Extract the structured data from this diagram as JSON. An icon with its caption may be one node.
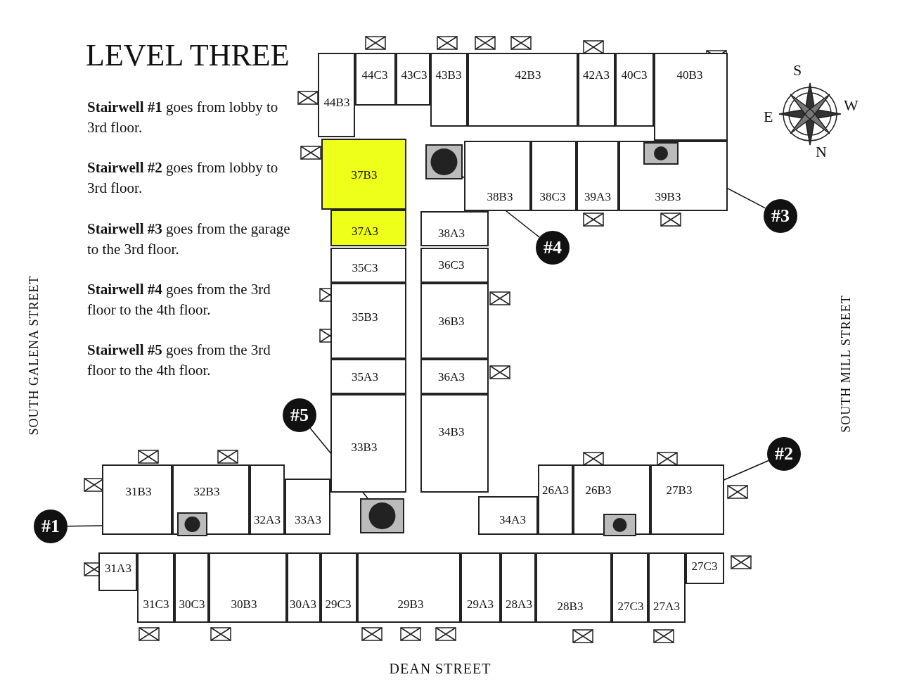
{
  "diagram": {
    "title": "LEVEL THREE",
    "nodes": [
      {
        "text": [
          "44C3"
        ]
      },
      {
        "text": [
          "43C3"
        ]
      },
      {
        "text": [
          "43B3"
        ]
      },
      {
        "text": [
          "42B3"
        ]
      },
      {
        "text": [
          "42A3"
        ]
      },
      {
        "text": [
          "40C3"
        ]
      },
      {
        "text": [
          "40B3"
        ]
      },
      {
        "text": [
          "44B3"
        ]
      },
      {
        "text": [
          "37B3"
        ]
      },
      {
        "text": [
          "38B3"
        ]
      },
      {
        "text": [
          "38C3"
        ]
      },
      {
        "text": [
          "39A3"
        ]
      },
      {
        "text": [
          "39B3"
        ]
      },
      {
        "text": [
          "37A3"
        ]
      },
      {
        "text": [
          "38A3"
        ]
      },
      {
        "text": [
          "35C3"
        ]
      },
      {
        "text": [
          "36C3"
        ]
      },
      {
        "text": [
          "35B3"
        ]
      },
      {
        "text": [
          "36B3"
        ]
      },
      {
        "text": [
          "35A3"
        ]
      },
      {
        "text": [
          "36A3"
        ]
      },
      {
        "text": [
          "34B3"
        ]
      },
      {
        "text": [
          "33B3"
        ]
      },
      {
        "text": [
          "31B3"
        ]
      },
      {
        "text": [
          "32B3"
        ]
      },
      {
        "text": [
          "26A3"
        ]
      },
      {
        "text": [
          "26B3"
        ]
      },
      {
        "text": [
          "27B3"
        ]
      },
      {
        "text": [
          "32A3"
        ]
      },
      {
        "text": [
          "33A3"
        ]
      },
      {
        "text": [
          "34A3"
        ]
      },
      {
        "text": [
          "31A3"
        ]
      },
      {
        "text": [
          "27C3"
        ]
      },
      {
        "text": [
          "31C3"
        ]
      },
      {
        "text": [
          "30C3"
        ]
      },
      {
        "text": [
          "30B3"
        ]
      },
      {
        "text": [
          "30A3"
        ]
      },
      {
        "text": [
          "29C3"
        ]
      },
      {
        "text": [
          "29B3"
        ]
      },
      {
        "text": [
          "29A3"
        ]
      },
      {
        "text": [
          "28A3"
        ]
      },
      {
        "text": [
          "28B3"
        ]
      },
      {
        "text": [
          "27C3"
        ]
      },
      {
        "text": [
          "27A3"
        ]
      },
      {
        "text": [],
        "shape": "box",
        "in": 24
      },
      {
        "text": [],
        "shape": "box",
        "in": 26
      },
      {
        "text": [],
        "shape": "box",
        "in": 12
      },
      {
        "text": [],
        "shape": "box"
      },
      {
        "text": [],
        "shape": "box"
      },
      {
        "text": [
          "#1"
        ]
      },
      {
        "text": [
          "#2"
        ]
      },
      {
        "text": [
          "#3"
        ]
      },
      {
        "text": [
          "#4"
        ]
      },
      {
        "text": [
          "#5"
        ]
      }
    ],
    "edges": [
      {
        "from": 49,
        "to": 44,
        "arrow": "none"
      },
      {
        "from": 50,
        "to": 45,
        "arrow": "none"
      },
      {
        "from": 51,
        "to": 46,
        "arrow": "none"
      },
      {
        "from": 52,
        "to": 47,
        "arrow": "none"
      },
      {
        "from": 53,
        "to": 48,
        "arrow": "none"
      }
    ],
    "labels": [
      "**Stairwell #1** goes from lobby to 3rd floor.",
      "**Stairwell #2** goes from lobby to 3rd floor.",
      "**Stairwell #3** goes from the garage to the 3rd floor.",
      "**Stairwell #4** goes from the 3rd floor to the 4th floor.",
      "**Stairwell #5** goes from the 3rd floor to the 4th floor.",
      "S",
      "E",
      "W",
      "N",
      "SOUTH GALENA STREET",
      "SOUTH MILL STREET",
      "DEAN STREET"
    ]
  }
}
